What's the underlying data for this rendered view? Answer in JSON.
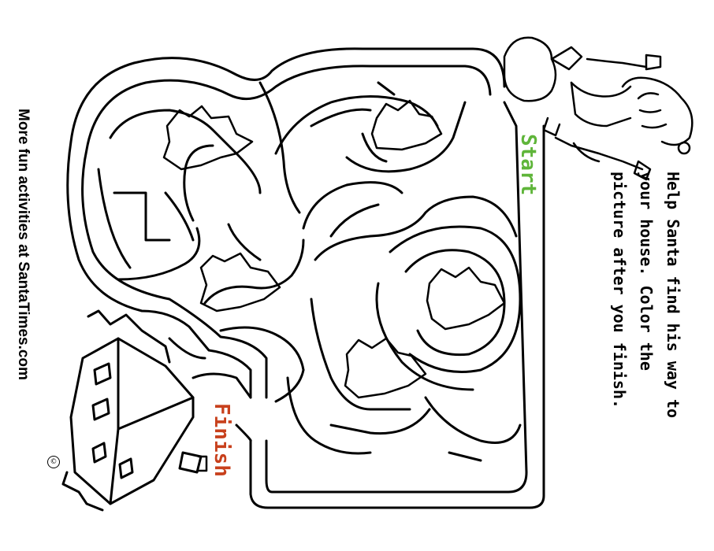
{
  "credit": "More fun activities at SantaTimes.com",
  "start_label": "Start",
  "finish_label": "Finish",
  "instructions": [
    "Help Santa find his way to",
    "your house. Color the",
    "picture after you finish."
  ],
  "copyright_symbol": "©",
  "colors": {
    "start": "#5fb53a",
    "finish": "#c8401c",
    "ink": "#000000"
  },
  "icons": {
    "santa": "santa-with-sack-icon",
    "house": "house-icon",
    "tree": "christmas-tree-icon"
  }
}
